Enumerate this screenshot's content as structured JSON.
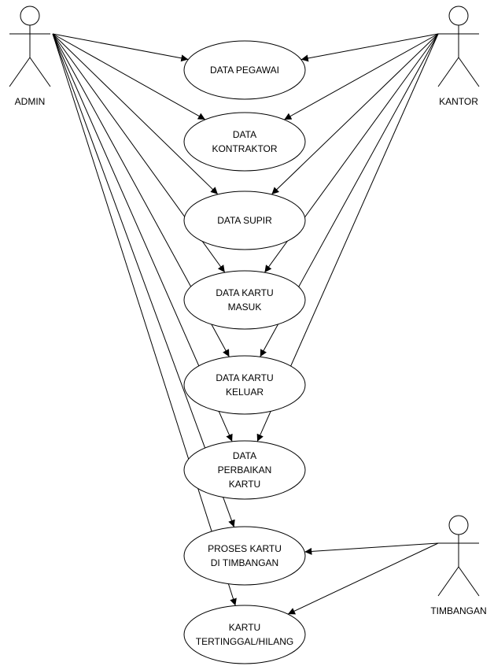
{
  "actors": [
    {
      "id": "admin",
      "name": "ADMIN"
    },
    {
      "id": "kantor",
      "name": "KANTOR"
    },
    {
      "id": "timbangan",
      "name": "TIMBANGAN"
    }
  ],
  "use_cases": [
    {
      "id": "uc1",
      "lines": [
        "DATA PEGAWAI"
      ]
    },
    {
      "id": "uc2",
      "lines": [
        "DATA",
        "KONTRAKTOR"
      ]
    },
    {
      "id": "uc3",
      "lines": [
        "DATA SUPIR"
      ]
    },
    {
      "id": "uc4",
      "lines": [
        "DATA KARTU",
        "MASUK"
      ]
    },
    {
      "id": "uc5",
      "lines": [
        "DATA KARTU",
        "KELUAR"
      ]
    },
    {
      "id": "uc6",
      "lines": [
        "DATA",
        "PERBAIKAN",
        "KARTU"
      ]
    },
    {
      "id": "uc7",
      "lines": [
        "PROSES KARTU",
        "DI TIMBANGAN"
      ]
    },
    {
      "id": "uc8",
      "lines": [
        "KARTU",
        "TERTINGGAL/HILANG"
      ]
    }
  ],
  "associations": [
    {
      "from": "admin",
      "to": "uc1"
    },
    {
      "from": "admin",
      "to": "uc2"
    },
    {
      "from": "admin",
      "to": "uc3"
    },
    {
      "from": "admin",
      "to": "uc4"
    },
    {
      "from": "admin",
      "to": "uc5"
    },
    {
      "from": "admin",
      "to": "uc6"
    },
    {
      "from": "admin",
      "to": "uc7"
    },
    {
      "from": "admin",
      "to": "uc8"
    },
    {
      "from": "kantor",
      "to": "uc1"
    },
    {
      "from": "kantor",
      "to": "uc2"
    },
    {
      "from": "kantor",
      "to": "uc3"
    },
    {
      "from": "kantor",
      "to": "uc4"
    },
    {
      "from": "kantor",
      "to": "uc5"
    },
    {
      "from": "kantor",
      "to": "uc6"
    },
    {
      "from": "timbangan",
      "to": "uc7"
    },
    {
      "from": "timbangan",
      "to": "uc8"
    }
  ]
}
